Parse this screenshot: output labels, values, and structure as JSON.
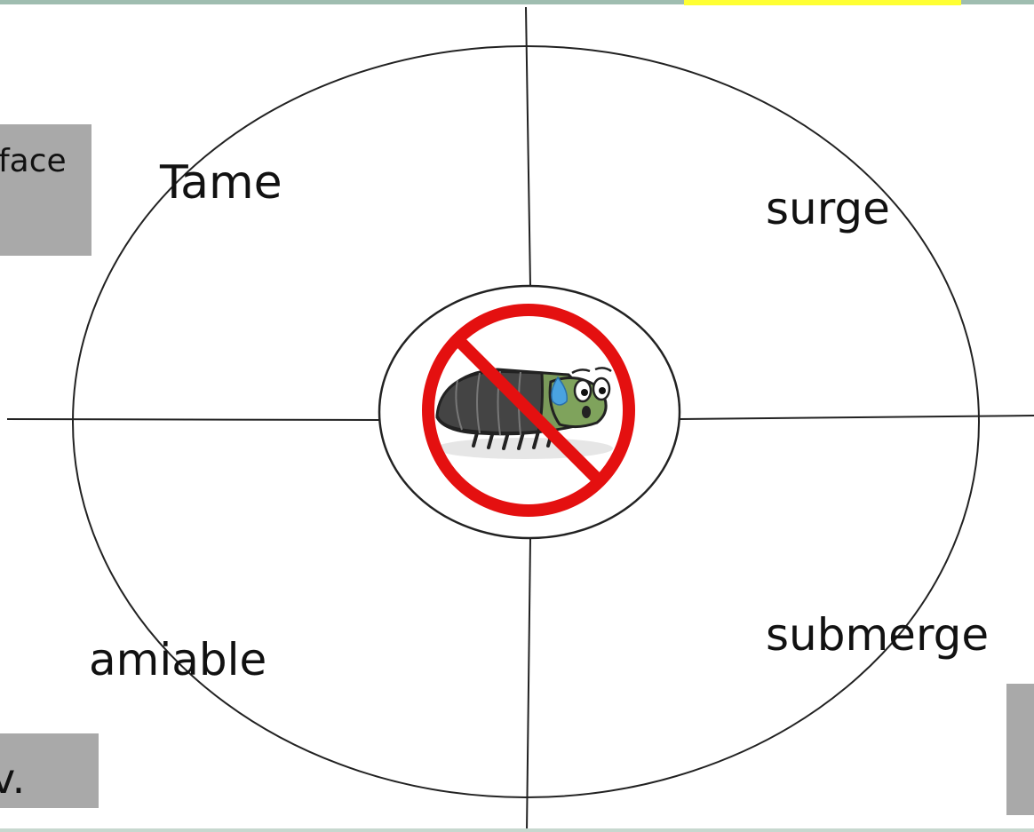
{
  "words": {
    "top_left": "Tame",
    "top_right": "surge",
    "bottom_left": "amiable",
    "bottom_right": "submerge"
  },
  "cutoff_boxes": {
    "left_top": "face",
    "left_bottom": "v."
  },
  "center_icon": "no-bugs-icon",
  "colors": {
    "lines": "#222222",
    "prohibition": "#e41010",
    "bug_body": "#7a9a5a",
    "gray_box": "#a9a9a9",
    "top_highlight": "#ffff33",
    "top_border": "#9fbdb0"
  }
}
